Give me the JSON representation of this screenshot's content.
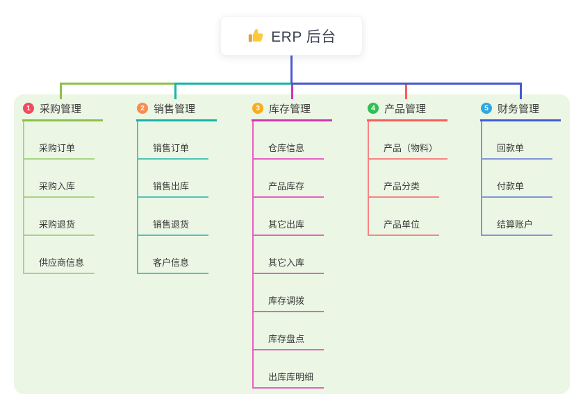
{
  "root": {
    "title": "ERP 后台",
    "icon": "thumbs-up-icon",
    "line_color": "#4A5CD0"
  },
  "colors": {
    "panel_bg": "#EBF6E4",
    "node_bg": "#FFFFFF"
  },
  "branches": [
    {
      "index": "1",
      "label": "采购管理",
      "badge_color": "#F2495E",
      "line_color": "#8CBF4A",
      "child_line_color": "#A9D385",
      "children": [
        "采购订单",
        "采购入库",
        "采购退货",
        "供应商信息"
      ]
    },
    {
      "index": "2",
      "label": "销售管理",
      "badge_color": "#FB8A4D",
      "line_color": "#17B3A6",
      "child_line_color": "#4FC4B9",
      "children": [
        "销售订单",
        "销售出库",
        "销售退货",
        "客户信息"
      ]
    },
    {
      "index": "3",
      "label": "库存管理",
      "badge_color": "#FBAB1C",
      "line_color": "#CF35B0",
      "child_line_color": "#E95FC3",
      "children": [
        "仓库信息",
        "产品库存",
        "其它出库",
        "其它入库",
        "库存调拨",
        "库存盘点",
        "出库库明细"
      ]
    },
    {
      "index": "4",
      "label": "产品管理",
      "badge_color": "#2FBF55",
      "line_color": "#F75C5C",
      "child_line_color": "#F88383",
      "children": [
        "产品（物料）",
        "产品分类",
        "产品单位"
      ]
    },
    {
      "index": "5",
      "label": "财务管理",
      "badge_color": "#2FA8E1",
      "line_color": "#4159D2",
      "child_line_color": "#8295DB",
      "children": [
        "回款单",
        "付款单",
        "结算账户"
      ]
    }
  ]
}
